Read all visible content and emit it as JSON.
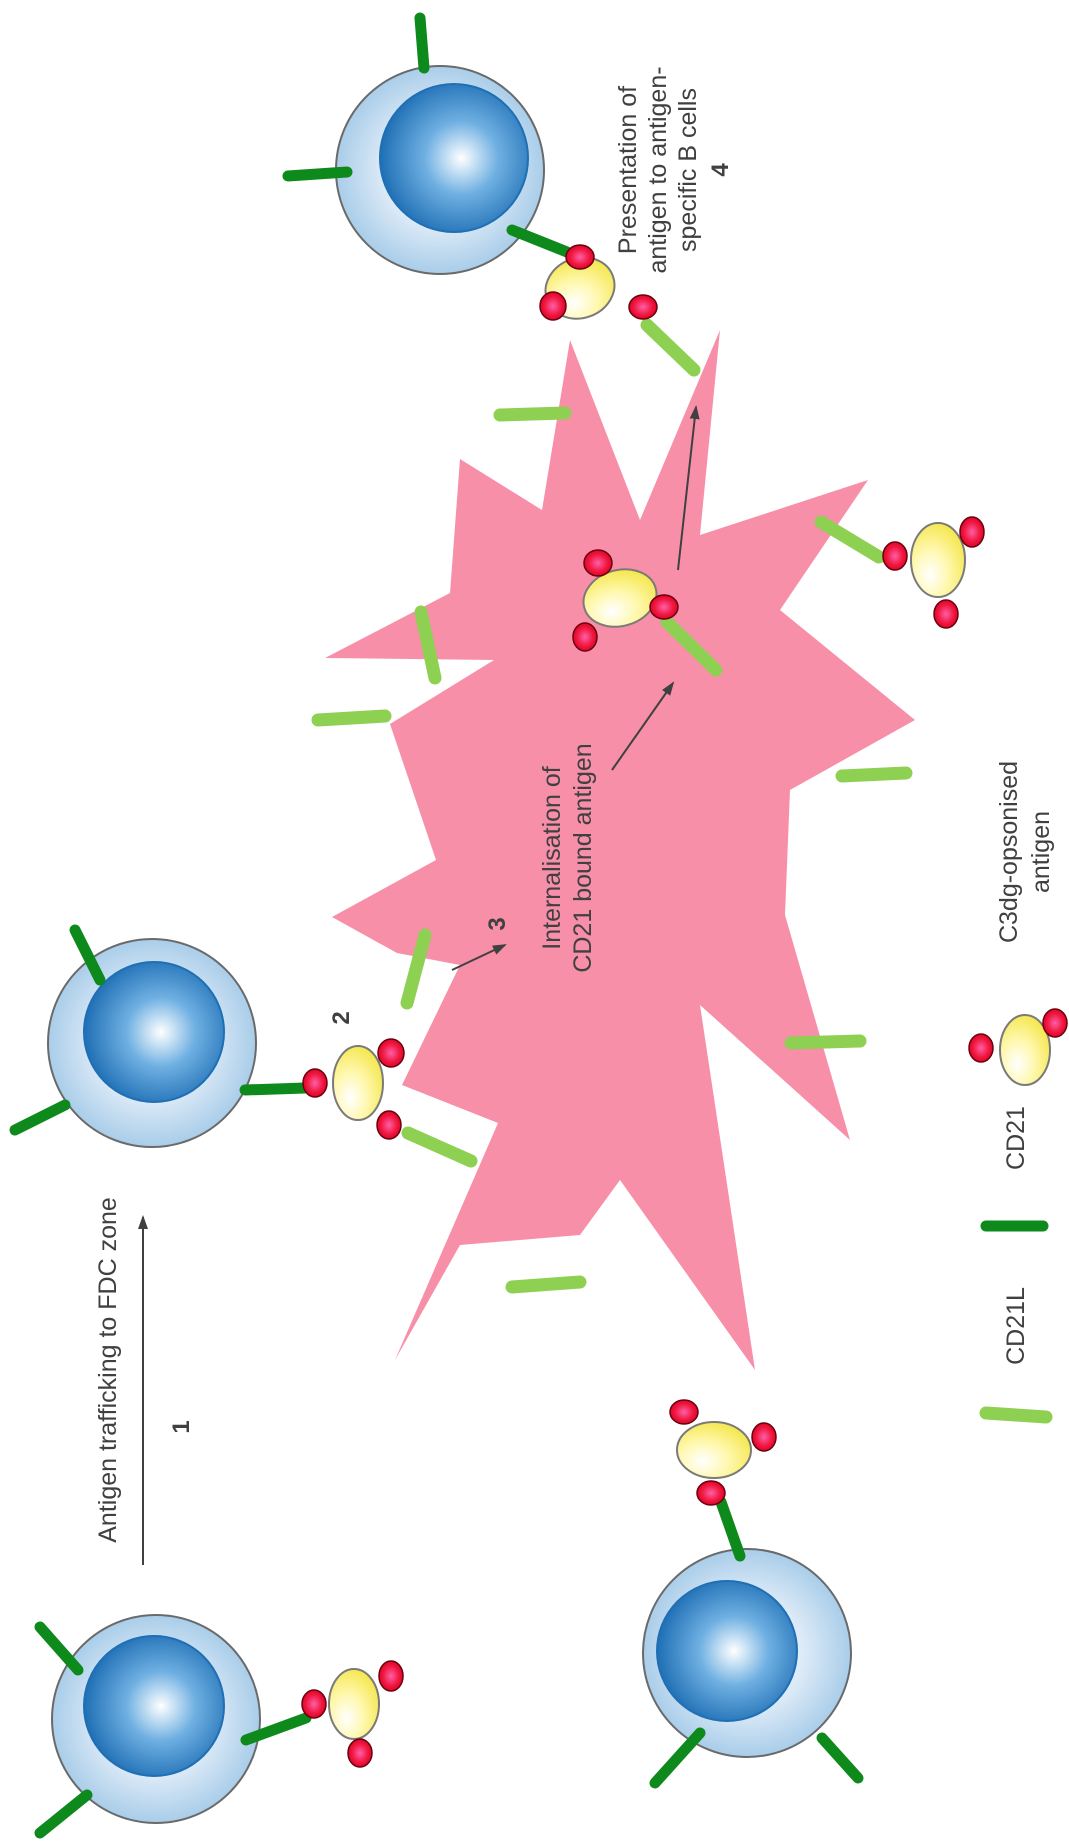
{
  "labels": {
    "step1_num": "1",
    "step1_text": "Antigen trafficking to FDC zone",
    "step2_num": "2",
    "step3_num": "3",
    "step3_line1": "Internalisation of",
    "step3_line2": "CD21 bound antigen",
    "step4_num": "4",
    "step4_line1": "Presentation of",
    "step4_line2": "antigen to antigen-",
    "step4_line3": "specific B cells"
  },
  "legend": {
    "cd21l": "CD21L",
    "cd21": "CD21",
    "antigen_line1": "C3dg-opsonised",
    "antigen_line2": "antigen"
  },
  "colors": {
    "fdc": "#f88fa9",
    "cd21": "#0e8a1d",
    "cd21l": "#8ed052",
    "complement": "#ee0a28",
    "antigen": "#fff07a",
    "cell_outer": "#bcd8ee",
    "cell_nucleus": "#2d7ec2",
    "arrow": "#404040"
  }
}
